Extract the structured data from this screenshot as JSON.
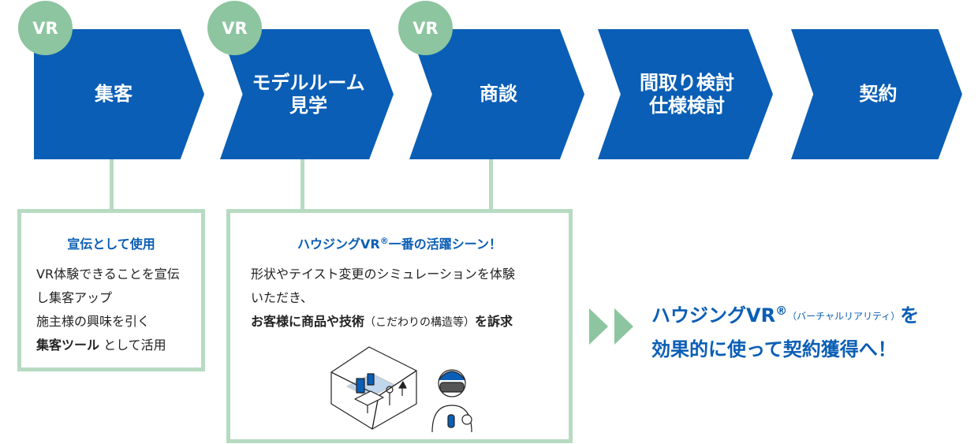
{
  "steps": [
    {
      "line1": "集客",
      "line2": ""
    },
    {
      "line1": "モデルルーム",
      "line2": "見学"
    },
    {
      "line1": "商談",
      "line2": ""
    },
    {
      "line1": "間取り検討",
      "line2": "仕様検討"
    },
    {
      "line1": "契約",
      "line2": ""
    }
  ],
  "badges": [
    "VR",
    "VR",
    "VR"
  ],
  "box1": {
    "title": "宣伝として使用",
    "lines": [
      "VR体験できることを宣伝",
      "し集客アップ",
      "施主様の興味を引く"
    ],
    "bold_part": "集客ツール",
    "tail": "として活用"
  },
  "box2": {
    "title_pre": "ハウジングVR",
    "title_reg": "®",
    "title_post": "一番の活躍シーン！",
    "line1": "形状やテイスト変更のシミュレーションを体験",
    "line2": "いただき、",
    "bold_a": "お客様に商品や技術",
    "paren": "（こだわりの構造等）",
    "bold_b": "を訴求",
    "illustration_icon": "vr-headset-user-room-illustration"
  },
  "cta": {
    "part1": "ハウジングVR",
    "reg": "®",
    "paren": "（バーチャルリアリティ）",
    "part2": "を",
    "line2": "効果的に使って契約獲得へ！"
  },
  "colors": {
    "arrow_blue": "#0a5eb5",
    "badge_green": "#8cc59f",
    "line_green": "#b6dbc1",
    "text_blue": "#0a5eb5"
  }
}
